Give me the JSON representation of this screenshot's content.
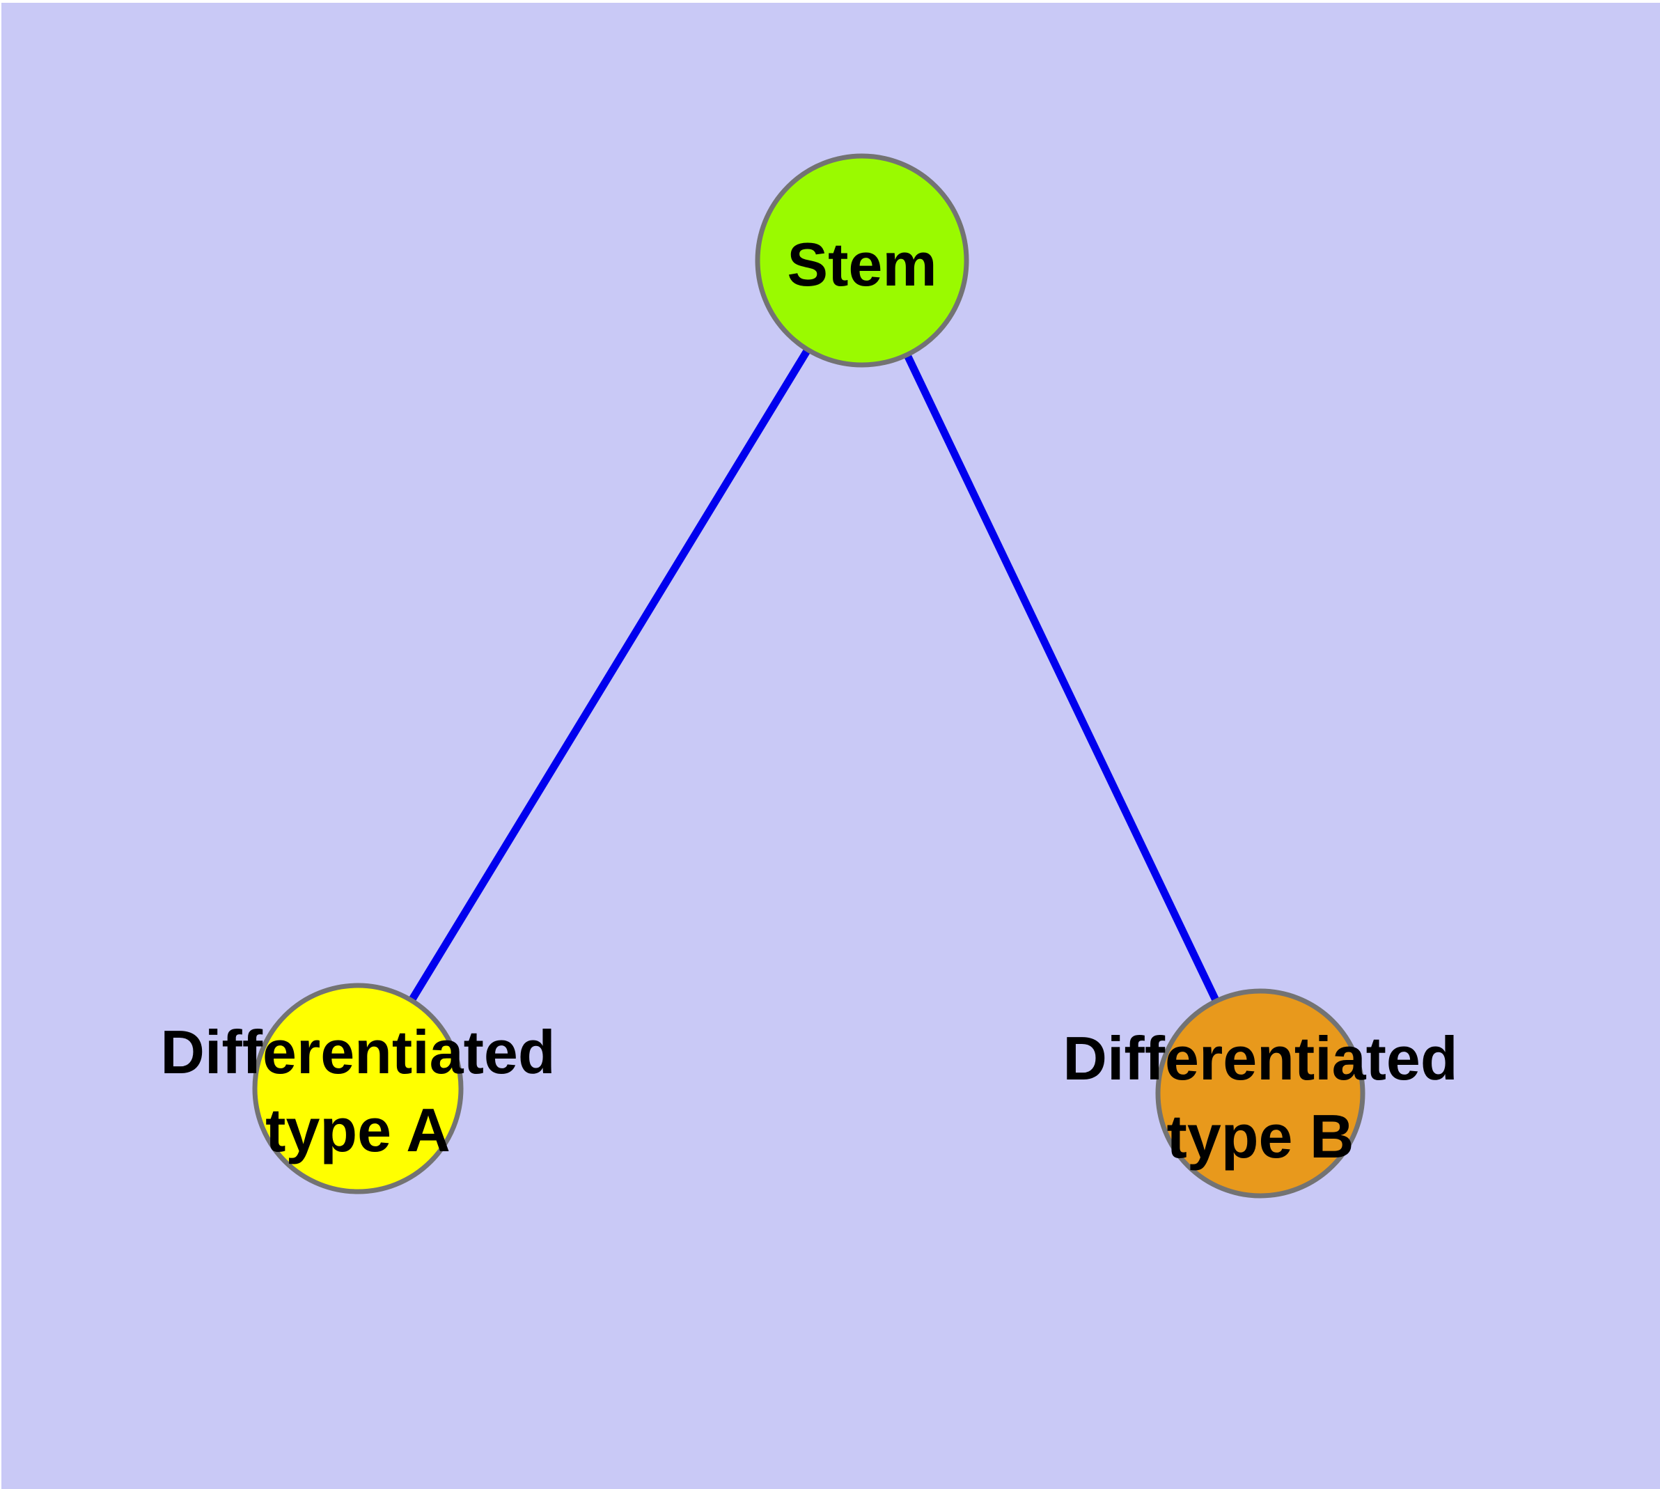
{
  "background": {
    "page_color": "#ffffff",
    "canvas_color": "#c9c9f6"
  },
  "graph": {
    "text_color": "#000000",
    "node_border_color": "#737373",
    "edge_color": "#0000ee",
    "nodes": [
      {
        "id": "stem",
        "label": "Stem",
        "fill": "#9afa00",
        "border": "#737373"
      },
      {
        "id": "type-a",
        "label": "Differentiated\ntype A",
        "fill": "#ffff00",
        "border": "#737373"
      },
      {
        "id": "type-b",
        "label": "Differentiated\ntype B",
        "fill": "#e8991c",
        "border": "#737373"
      }
    ],
    "edges": [
      {
        "from": "stem",
        "to": "type-a",
        "color": "#0000ee"
      },
      {
        "from": "stem",
        "to": "type-b",
        "color": "#0000ee"
      }
    ]
  }
}
